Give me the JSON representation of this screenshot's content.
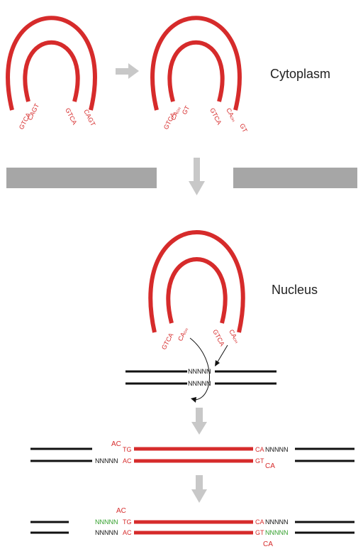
{
  "labels": {
    "cytoplasm": "Cytoplasm",
    "nucleus": "Nucleus"
  },
  "ends": {
    "gtca": "GTCA",
    "cagt": "CAGT",
    "ca": "CA",
    "gt": "GT",
    "oh": "OH",
    "tg": "TG",
    "ac": "AC",
    "nnnnn": "NNNNN"
  },
  "colors": {
    "dna_viral": "#d62b2b",
    "dna_host": "#111111",
    "repaired": "#33a02c",
    "arrow": "#c8c8c8",
    "membrane": "#a6a6a6"
  }
}
